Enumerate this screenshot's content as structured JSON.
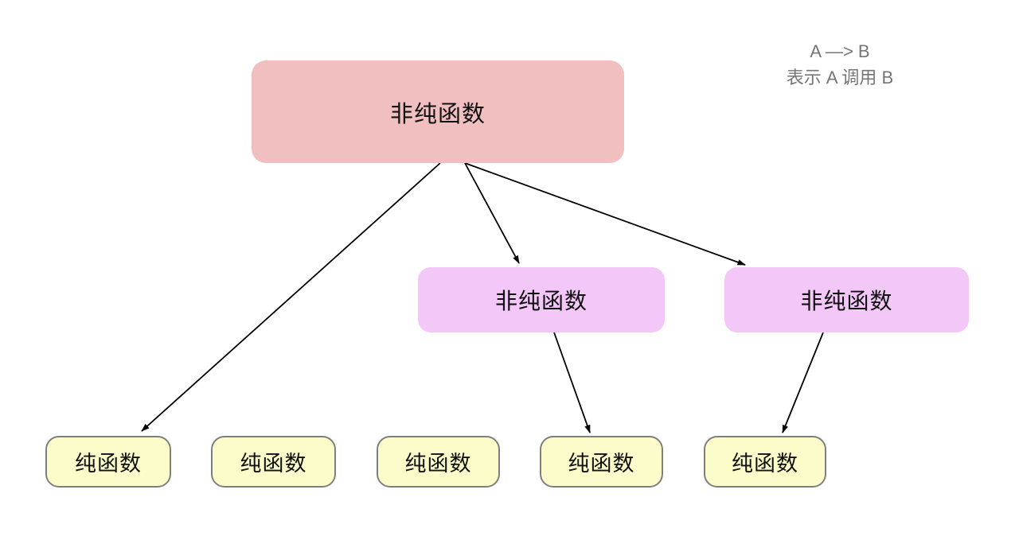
{
  "legend": {
    "line1": "A —> B",
    "line2": "表示 A 调用 B"
  },
  "nodes": {
    "root": {
      "label": "非纯函数",
      "type": "impure"
    },
    "impure_mid": {
      "label": "非纯函数",
      "type": "impure"
    },
    "impure_right": {
      "label": "非纯函数",
      "type": "impure"
    },
    "pure1": {
      "label": "纯函数",
      "type": "pure"
    },
    "pure2": {
      "label": "纯函数",
      "type": "pure"
    },
    "pure3": {
      "label": "纯函数",
      "type": "pure"
    },
    "pure4": {
      "label": "纯函数",
      "type": "pure"
    },
    "pure5": {
      "label": "纯函数",
      "type": "pure"
    }
  },
  "edges": [
    {
      "from": "root",
      "to": "pure1"
    },
    {
      "from": "root",
      "to": "impure_mid"
    },
    {
      "from": "root",
      "to": "impure_right"
    },
    {
      "from": "impure_mid",
      "to": "pure4"
    },
    {
      "from": "impure_right",
      "to": "pure5"
    }
  ],
  "colors": {
    "impure_root_fill": "#f1bfbf",
    "impure_fill": "#f4c7f9",
    "pure_fill": "#fcfccb",
    "pure_border": "#7f7f7f",
    "arrow": "#000000",
    "legend_text": "#757575",
    "node_text": "#111111",
    "background": "#ffffff"
  }
}
